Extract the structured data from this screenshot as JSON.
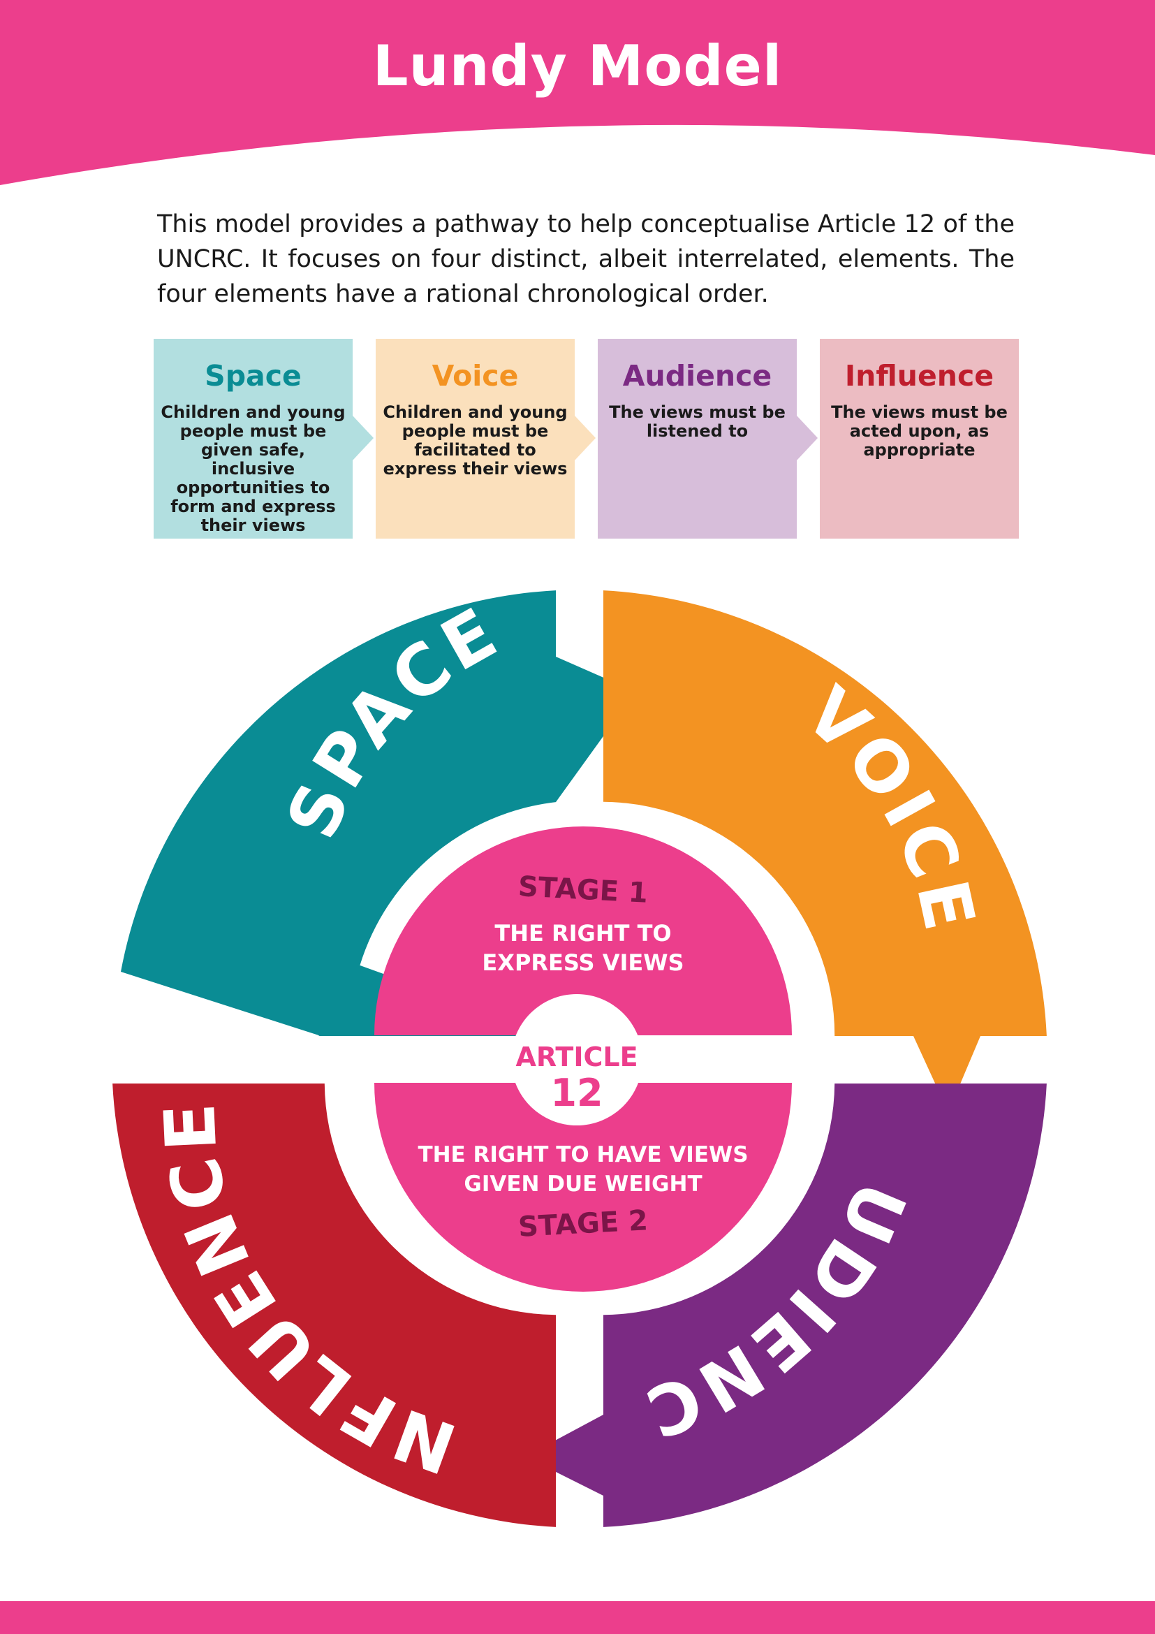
{
  "colors": {
    "pink": "#EC3E8C",
    "teal": "#0A8C94",
    "orange": "#F39322",
    "purple": "#7B2A83",
    "red": "#BF1E2D",
    "stage_text": "#7A1548",
    "card_space_bg": "#B2DFE0",
    "card_voice_bg": "#FBE0BC",
    "card_audience_bg": "#D7BEDA",
    "card_influence_bg": "#ECBCC2"
  },
  "header": {
    "title": "Lundy Model"
  },
  "intro": "This model provides a pathway to help conceptualise Article 12 of the UNCRC. It focuses on four distinct, albeit interrelated, elements. The four elements have a rational chronological order.",
  "cards": [
    {
      "title": "Space",
      "text": "Children and young people must be given safe, inclusive opportunities to form and express their views"
    },
    {
      "title": "Voice",
      "text": "Children and young people must be facilitated to express their views"
    },
    {
      "title": "Audience",
      "text": "The views must be listened to"
    },
    {
      "title": "Influence",
      "text": "The views must be acted upon, as appropriate"
    }
  ],
  "diagram": {
    "segments": [
      {
        "label": "SPACE",
        "icon": "arrow-icon"
      },
      {
        "label": "VOICE",
        "icon": "arrow-icon"
      },
      {
        "label": "AUDIENCE",
        "icon": "arrow-icon"
      },
      {
        "label": "INFLUENCE",
        "icon": "arrow-icon"
      }
    ],
    "stage1": {
      "label": "STAGE 1",
      "line1": "THE RIGHT TO",
      "line2": "EXPRESS VIEWS"
    },
    "stage2": {
      "label": "STAGE 2",
      "line1": "THE RIGHT TO HAVE VIEWS",
      "line2": "GIVEN DUE WEIGHT"
    },
    "article": {
      "line1": "ARTICLE",
      "line2": "12"
    }
  }
}
